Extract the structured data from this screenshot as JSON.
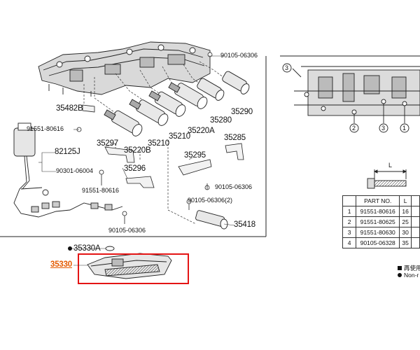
{
  "diagram": {
    "labels": {
      "p90105_06306_top": "90105-06306",
      "p35482b": "35482B",
      "p91551_80616_a": "91551-80616",
      "p82125j": "82125J",
      "p90301_06004": "90301-06004",
      "p35297": "35297",
      "p35220b": "35220B",
      "p35210a": "35210",
      "p35210b": "35210",
      "p35220a": "35220A",
      "p35280": "35280",
      "p35290": "35290",
      "p35285": "35285",
      "p35295": "35295",
      "p35296": "35296",
      "p91551_80616_b": "91551-80616",
      "p90105_06306_mid": "90105-06306",
      "p90105_06306_2": "90105-06306(2)",
      "p90105_06306_low": "90105-06306",
      "p35418": "35418",
      "p35330a": "35330A",
      "p35330": "35330"
    },
    "callouts": [
      "3",
      "2",
      "3",
      "1"
    ],
    "bolt_dim": "L"
  },
  "table": {
    "headers": [
      "",
      "PART NO.",
      "L",
      ""
    ],
    "rows": [
      {
        "n": "1",
        "part": "91551-80616",
        "l": "16"
      },
      {
        "n": "2",
        "part": "91551-80625",
        "l": "25"
      },
      {
        "n": "3",
        "part": "91551-80630",
        "l": "30"
      },
      {
        "n": "4",
        "part": "90105-06328",
        "l": "35"
      }
    ]
  },
  "legend": [
    {
      "marker": "square",
      "text": "再使用"
    },
    {
      "marker": "dot",
      "text": "Non-r"
    }
  ],
  "colors": {
    "highlight_box": "#e41414",
    "highlight_text": "#e45a00",
    "line": "#222222"
  }
}
